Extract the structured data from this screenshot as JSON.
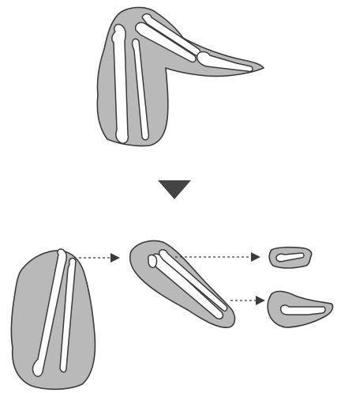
{
  "figure": {
    "subject": "wing dissection",
    "parts": [
      "whole-wing",
      "upper-arm-piece",
      "forearm-piece",
      "hand-piece-small",
      "hand-piece-large"
    ]
  },
  "colors": {
    "flesh": "#b9b9b9",
    "bone": "#ffffff",
    "outline": "#3a3a3a",
    "arrow": "#444444",
    "background": "#ffffff"
  },
  "icons": {
    "process_arrow": "down-triangle-icon",
    "flow_arrow": "dashed-right-arrow-icon"
  }
}
